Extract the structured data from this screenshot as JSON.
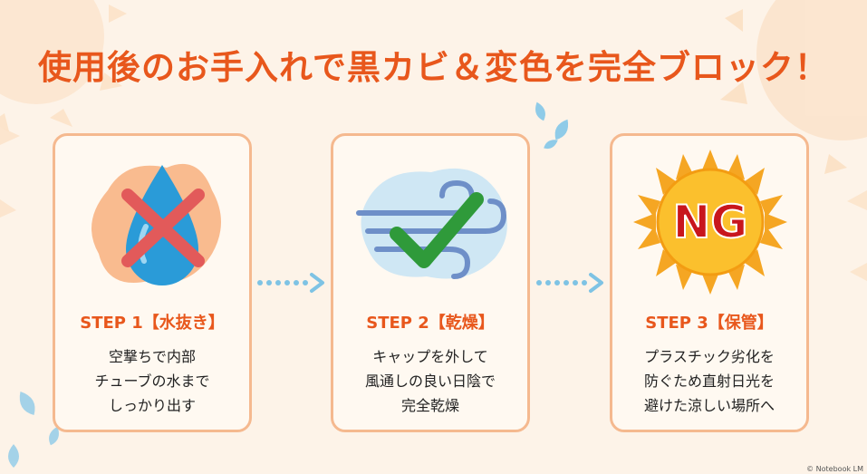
{
  "title": "使用後のお手入れで黒カビ＆変色を完全ブロック！",
  "steps": [
    {
      "title": "STEP 1【水抜き】",
      "lines": [
        "空撃ちで内部",
        "チューブの水まで",
        "しっかり出す"
      ],
      "icon": "water-drop-x-icon"
    },
    {
      "title": "STEP 2【乾燥】",
      "lines": [
        "キャップを外して",
        "風通しの良い日陰で",
        "完全乾燥"
      ],
      "icon": "wind-check-icon"
    },
    {
      "title": "STEP 3【保管】",
      "lines": [
        "プラスチック劣化を",
        "防ぐため直射日光を",
        "避けた涼しい場所へ"
      ],
      "icon": "sun-ng-icon",
      "badge": "NG"
    }
  ],
  "credit": "© Notebook LM",
  "colors": {
    "accent": "#e8571c",
    "card_border": "#f5b98f",
    "background": "#fdf3e8",
    "water": "#2a9bd8",
    "check": "#3a9a3a",
    "ng_red": "#c8161d"
  }
}
